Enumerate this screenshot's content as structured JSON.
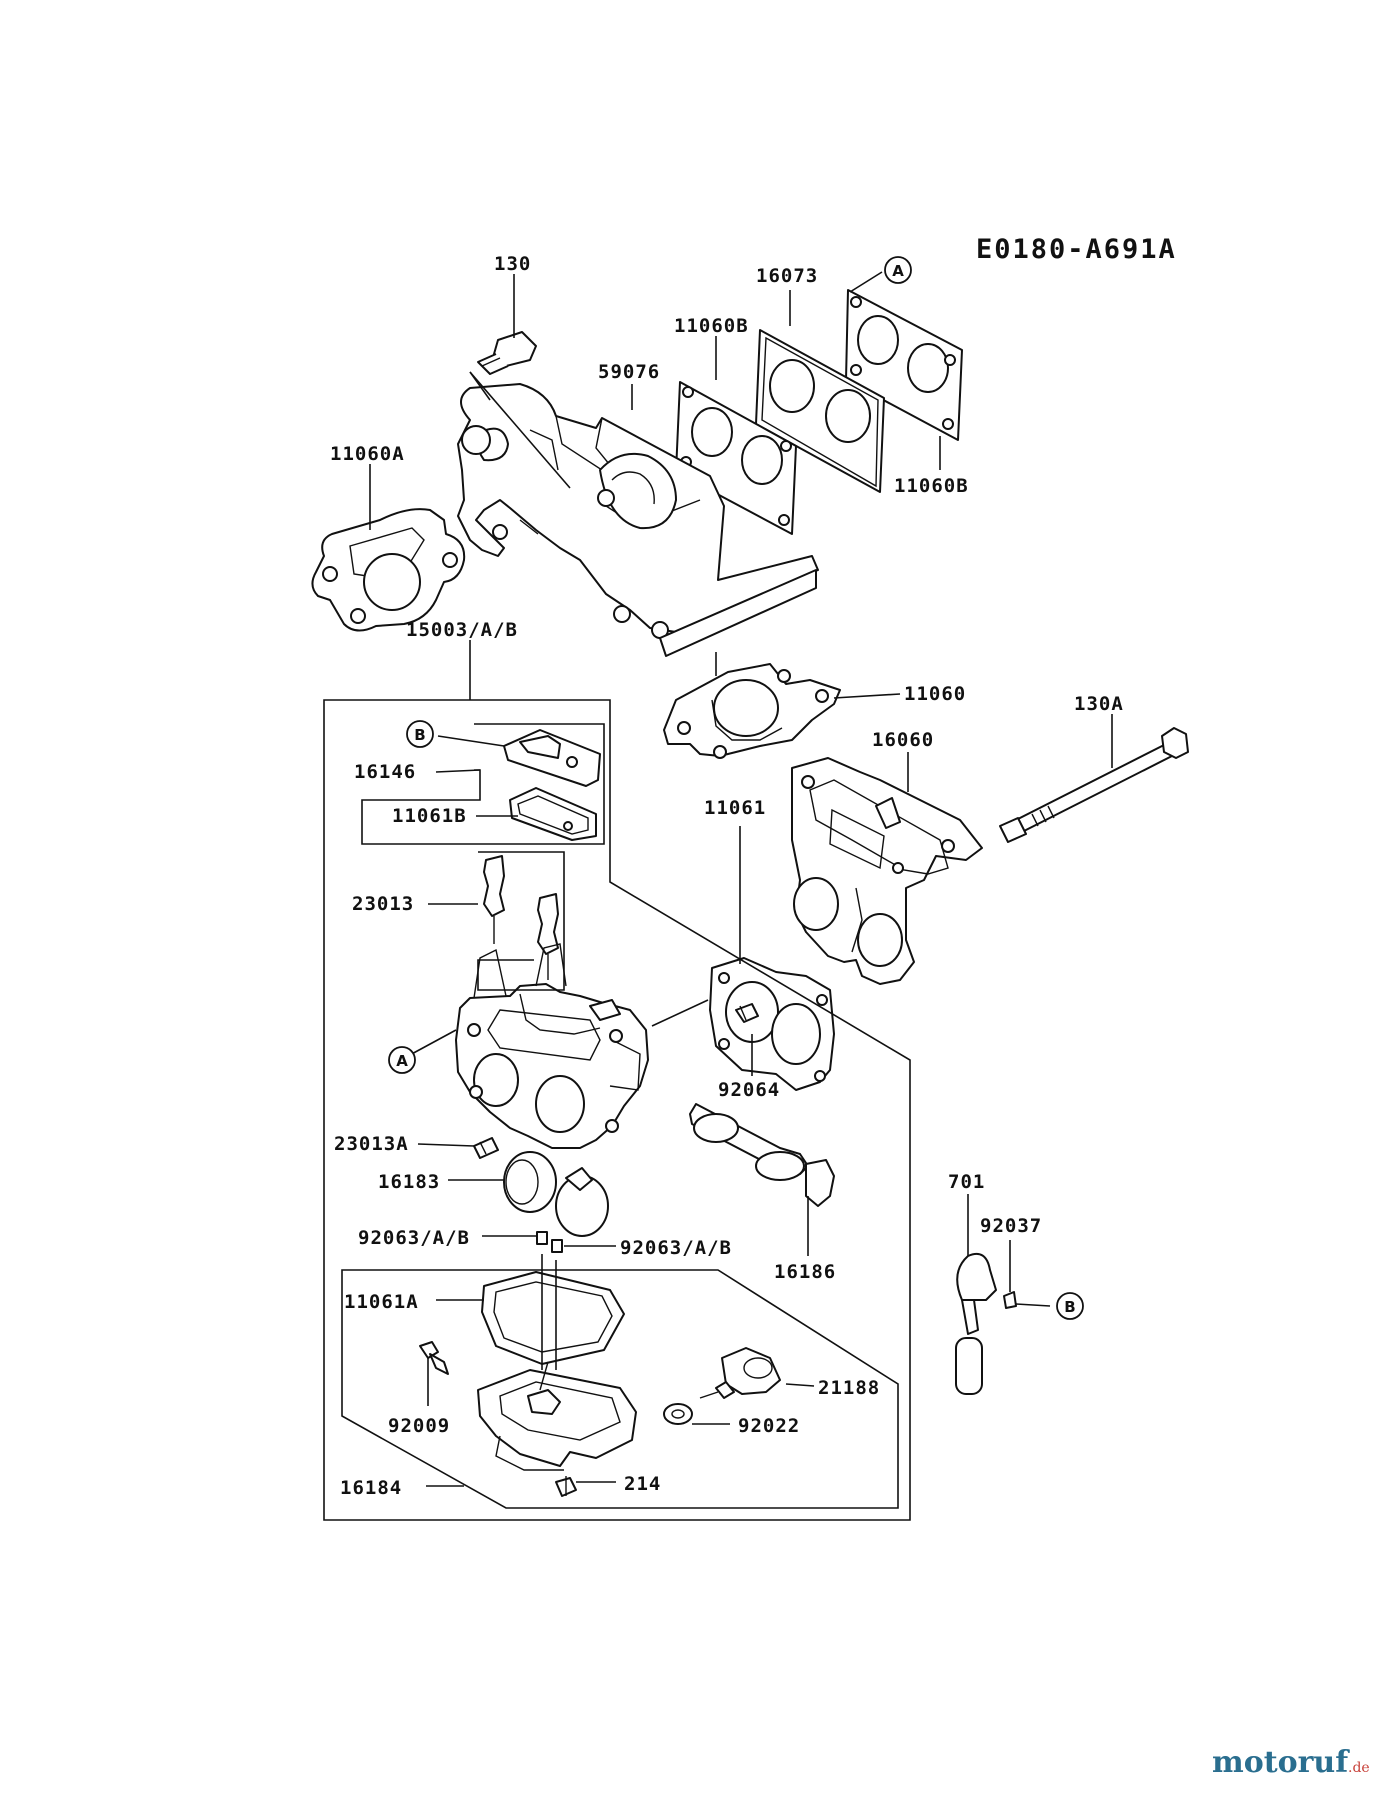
{
  "title": "E0180-A691A",
  "watermark": {
    "name": "motoruf",
    "suffix": ".de"
  },
  "callouts": {
    "a": "A",
    "b": "B"
  },
  "labels": {
    "p130": "130",
    "p16073": "16073",
    "p11060B_top": "11060B",
    "p59076": "59076",
    "p11060A": "11060A",
    "p11060B_right": "11060B",
    "p15003": "15003/A/B",
    "p11060": "11060",
    "p130A": "130A",
    "p16060": "16060",
    "p16146": "16146",
    "p11061B": "11061B",
    "p11061": "11061",
    "p23013": "23013",
    "p92064": "92064",
    "p23013A": "23013A",
    "p16183": "16183",
    "p701": "701",
    "p92037": "92037",
    "p92063_left": "92063/A/B",
    "p92063_right": "92063/A/B",
    "p16186": "16186",
    "p11061A": "11061A",
    "p21188": "21188",
    "p92009": "92009",
    "p92022": "92022",
    "p16184": "16184",
    "p214": "214"
  }
}
